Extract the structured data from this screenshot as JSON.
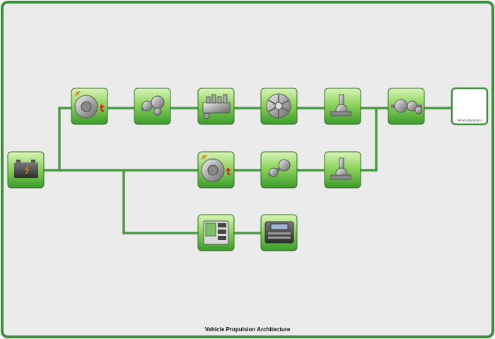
{
  "diagram": {
    "title": "Vehicle Propulsion Architecture",
    "output_label": "Vehicle Dynamics",
    "components": [
      {
        "id": "battery",
        "icon": "battery-icon"
      },
      {
        "id": "motor-top",
        "icon": "electric-motor-icon"
      },
      {
        "id": "gearbox-top",
        "icon": "gearbox-icon"
      },
      {
        "id": "engine",
        "icon": "engine-block-icon"
      },
      {
        "id": "fan",
        "icon": "fan-icon"
      },
      {
        "id": "drivetrain-top",
        "icon": "drivetrain-icon"
      },
      {
        "id": "differential",
        "icon": "differential-icon"
      },
      {
        "id": "vehicle-output",
        "icon": "output-block-icon"
      },
      {
        "id": "motor-mid",
        "icon": "electric-motor-icon"
      },
      {
        "id": "gearbox-mid",
        "icon": "gearbox-icon"
      },
      {
        "id": "drivetrain-mid",
        "icon": "drivetrain-icon"
      },
      {
        "id": "controller",
        "icon": "controller-icon"
      },
      {
        "id": "display",
        "icon": "display-panel-icon"
      }
    ]
  },
  "colors": {
    "frame": "#3f8f3a",
    "line": "#4a9a45",
    "tile_light": "#c8eea0",
    "tile_dark": "#3a9a2a",
    "background": "#ebebeb"
  }
}
